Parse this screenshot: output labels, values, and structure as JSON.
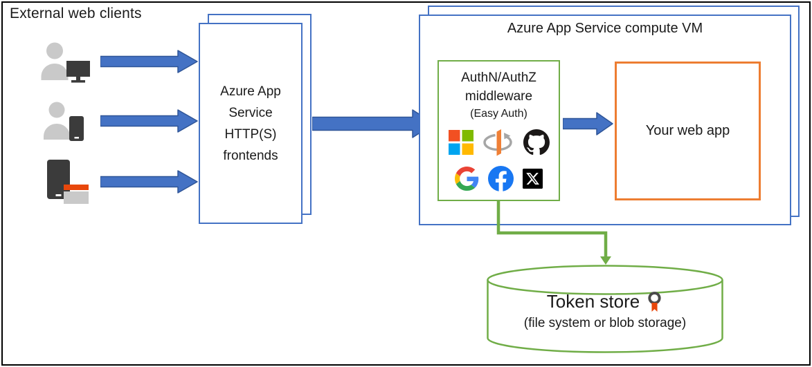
{
  "external_clients": {
    "label": "External web clients"
  },
  "clients": [
    {
      "icon": "user-desktop-icon"
    },
    {
      "icon": "user-mobile-icon"
    },
    {
      "icon": "device-app-window-icon"
    }
  ],
  "frontends": {
    "label": "Azure App\nService\nHTTP(S)\nfrontends"
  },
  "compute_vm": {
    "title": "Azure App Service compute VM"
  },
  "auth_middleware": {
    "title_line1": "AuthN/AuthZ",
    "title_line2": "middleware",
    "subtitle": "(Easy Auth)",
    "provider_icons": [
      "microsoft-icon",
      "openid-connect-icon",
      "github-icon",
      "google-icon",
      "facebook-icon",
      "x-icon"
    ]
  },
  "web_app": {
    "label": "Your web app"
  },
  "token_store": {
    "title": "Token store",
    "subtitle": "(file system or blob storage)",
    "icon": "token-ribbon-icon"
  },
  "colors": {
    "box_blue": "#4472C4",
    "arrow_blue": "#4472C4",
    "arrow_blue_outline": "#2F5597",
    "green": "#70AD47",
    "orange_box": "#ED7D31",
    "frame_black": "#000000",
    "person_gray": "#C9C9C9",
    "device_dark": "#3B3B3B",
    "accent_red_orange": "#E8470B"
  }
}
